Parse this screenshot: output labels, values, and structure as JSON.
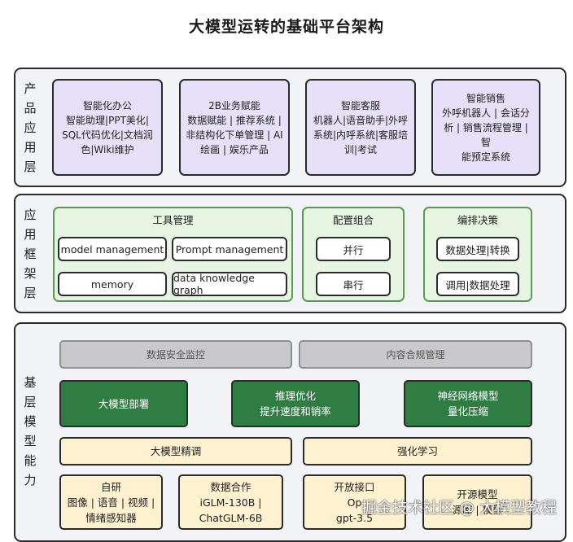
{
  "title": "大模型运转的基础平台架构",
  "layers": {
    "product": {
      "label": [
        "产",
        "品",
        "应",
        "用",
        "层"
      ],
      "cards": [
        {
          "lines": [
            "智能化办公",
            "智能助理|PPT美化|",
            "SQL代码优化|文档润",
            "色|Wiki维护"
          ]
        },
        {
          "lines": [
            "2B业务赋能",
            "数据赋能 | 推荐系统 |",
            "非结构化下单管理 | AI",
            "绘画 | 娱乐产品"
          ]
        },
        {
          "lines": [
            "智能客服",
            "机器人|语音助手|外呼",
            "系统|内呼系统|客服培",
            "训|考试"
          ]
        },
        {
          "lines": [
            "智能销售",
            "外呼机器人 | 会话分",
            "析 | 销售流程管理 | 智",
            "能预定系统"
          ]
        }
      ]
    },
    "framework": {
      "label": [
        "应",
        "用",
        "框",
        "架",
        "层"
      ],
      "tools": {
        "title": "工具管理",
        "items": [
          "model management",
          "Prompt management",
          "memory",
          "data knowledge graph"
        ]
      },
      "config": {
        "title": "配置组合",
        "items": [
          "并行",
          "串行"
        ]
      },
      "orchestration": {
        "title": "编排决策",
        "items": [
          "数据处理|转换",
          "调用|数据处理"
        ]
      }
    },
    "capability": {
      "label": [
        "基",
        "层",
        "模",
        "型",
        "能",
        "力"
      ],
      "gray": [
        "数据安全监控",
        "内容合规管理"
      ],
      "green": [
        {
          "lines": [
            "大模型部署"
          ]
        },
        {
          "lines": [
            "推理优化",
            "提升速度和销率"
          ]
        },
        {
          "lines": [
            "神经网络模型",
            "量化压缩"
          ]
        }
      ],
      "tuning": [
        "大模型精调",
        "强化学习"
      ],
      "sources": [
        {
          "lines": [
            "自研",
            "图像 | 语音 | 视频 |",
            "情绪感知器"
          ]
        },
        {
          "lines": [
            "数据合作",
            "iGLM-130B |",
            "ChatGLM-6B"
          ]
        },
        {
          "lines": [
            "开放接口",
            "Op",
            "gpt-3.5"
          ]
        },
        {
          "lines": [
            "开源模型",
            "",
            "源库 | 模型"
          ]
        }
      ]
    }
  },
  "watermark": "掘金技术社区 @ 大模型教程"
}
